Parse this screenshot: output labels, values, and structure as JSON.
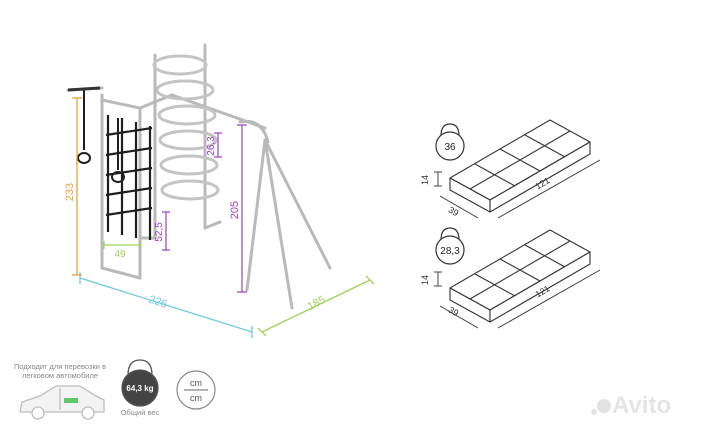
{
  "diagram": {
    "dim_height": "233",
    "dim_width": "226",
    "dim_depth": "185",
    "dim_swing_height": "205",
    "dim_net_segment": "52,5",
    "dim_step": "26,3",
    "dim_bar_width": "49"
  },
  "packages": [
    {
      "weight": "36",
      "height": "14",
      "width": "39",
      "length": "121"
    },
    {
      "weight": "28,3",
      "height": "14",
      "width": "39",
      "length": "121"
    }
  ],
  "footer": {
    "transport_note": "Подходит для перевозки в легковом автомобиле",
    "total_weight": "64,3 kg",
    "total_weight_caption": "Общий вес",
    "unit_top": "cm",
    "unit_bottom": "cm",
    "watermark": "Avito"
  },
  "colors": {
    "frame": "#b8b8b8",
    "height_dim": "#e8a23a",
    "width_dim": "#6ec8e0",
    "depth_dim": "#9fd35a",
    "inner_dim": "#9b3fbf",
    "net": "#1f1f1f"
  }
}
